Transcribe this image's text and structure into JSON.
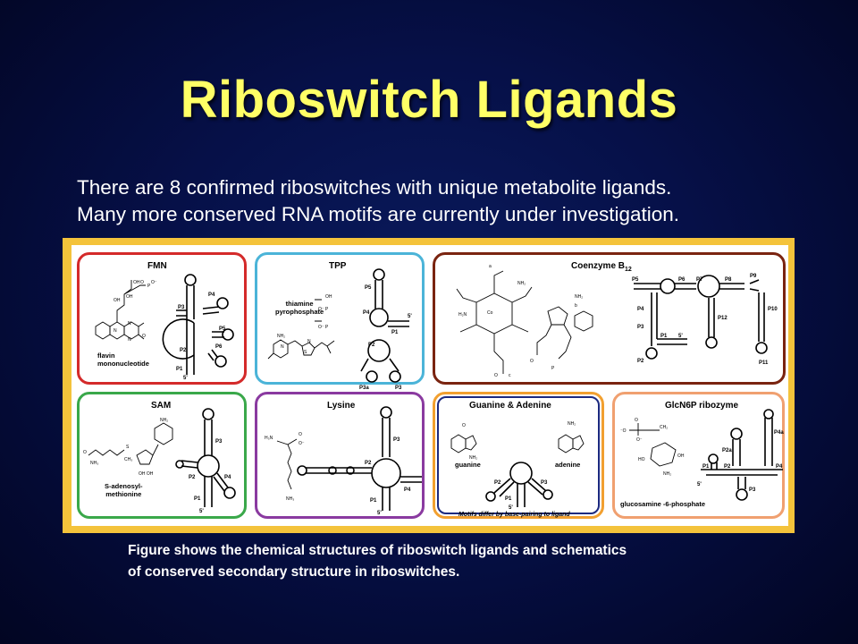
{
  "slide": {
    "title": "Riboswitch Ligands",
    "intro_line1": "There are 8 confirmed riboswitches with unique metabolite ligands.",
    "intro_line2": "Many more conserved RNA motifs are currently under investigation.",
    "caption_line1": "Figure shows the chemical structures of riboswitch ligands and schematics",
    "caption_line2": "of conserved secondary structure in riboswitches."
  },
  "colors": {
    "title": "#ffff66",
    "frame": "#f4c33b",
    "fmn": "#d42a2a",
    "tpp": "#4bb4d8",
    "coenzyme": "#7a2410",
    "sam": "#3aa84a",
    "lysine": "#8a3aa0",
    "guanine": "#1c2a80",
    "guanine_outer": "#f2a030",
    "glcn6p": "#f0a070"
  },
  "panels": {
    "fmn": {
      "title": "FMN",
      "ligand": "flavin\nmononucleotide"
    },
    "tpp": {
      "title": "TPP",
      "ligand": "thiamine\npyrophosphate"
    },
    "coenzyme": {
      "title": "Coenzyme B",
      "title_sub": "12"
    },
    "sam": {
      "title": "SAM",
      "ligand": "S-adenosyl-\nmethionine"
    },
    "lysine": {
      "title": "Lysine"
    },
    "guanine": {
      "title": "Guanine & Adenine",
      "ligand_a": "guanine",
      "ligand_b": "adenine",
      "note": "Motifs differ by base-pairing to ligand"
    },
    "glcn6p": {
      "title": "GlcN6P ribozyme",
      "ligand": "glucosamine -6-phosphate"
    }
  }
}
